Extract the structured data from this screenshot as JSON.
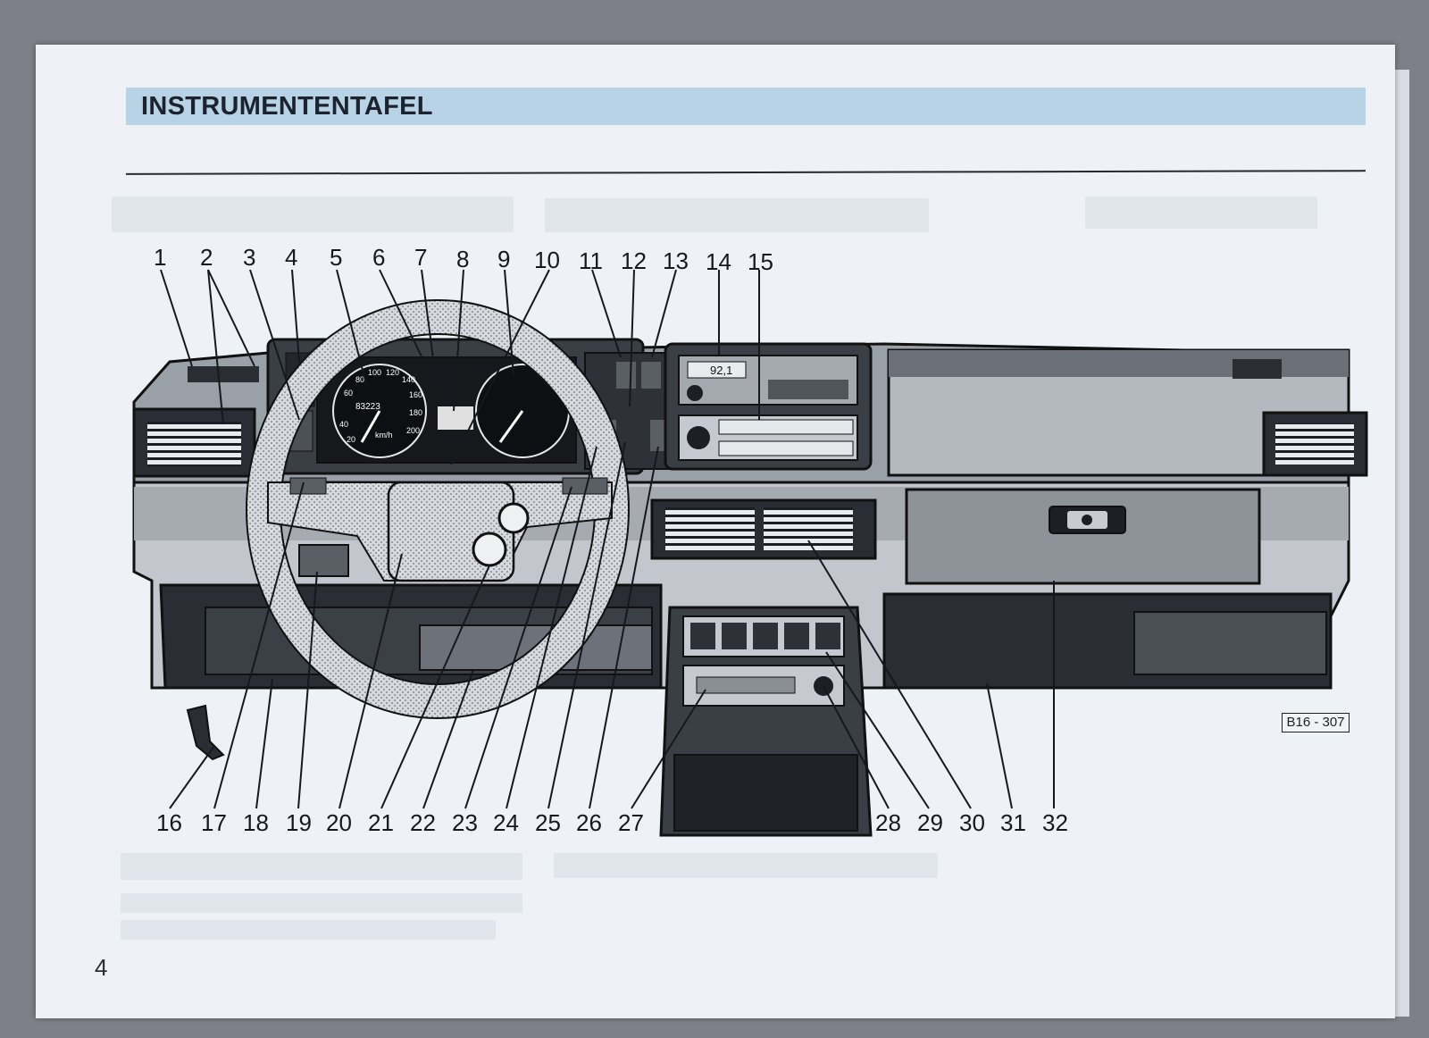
{
  "page": {
    "section_title": "INSTRUMENTENTAFEL",
    "page_number": "4",
    "figure_code": "B16 - 307"
  },
  "diagram": {
    "callouts": [
      "1",
      "2",
      "3",
      "4",
      "5",
      "6",
      "7",
      "8",
      "9",
      "10",
      "11",
      "12",
      "13",
      "14",
      "15",
      "16",
      "17",
      "18",
      "19",
      "20",
      "21",
      "22",
      "23",
      "24",
      "25",
      "26",
      "27",
      "28",
      "29",
      "30",
      "31",
      "32"
    ],
    "radio_display": "92,1",
    "gauge_labels": [
      "60",
      "80",
      "100",
      "120",
      "140",
      "160",
      "180",
      "200",
      "40",
      "20",
      "km/h"
    ],
    "odometer": "83223"
  },
  "colors": {
    "title_band": "#b9d3e6",
    "paper": "#eef1f5",
    "ink": "#15181e"
  }
}
